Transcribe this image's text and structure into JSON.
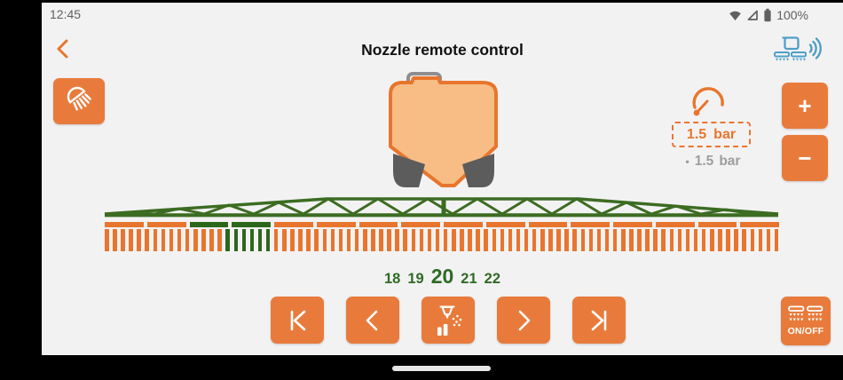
{
  "colors": {
    "orange": "#e87b3c",
    "orange_deep": "#e8752d",
    "tank_fill": "#f7bd85",
    "dark_gray": "#5d5c5c",
    "truss_green": "#3c6c22",
    "active_green": "#2d671c",
    "number_green": "#2f6b25",
    "blue": "#4f9fc8",
    "status_gray": "#5f5f5f",
    "background": "#f3f2f3"
  },
  "status_bar": {
    "time": "12:45",
    "battery_level": "100%",
    "icons": [
      "wifi-icon",
      "cellular-signal-icon",
      "battery-icon"
    ]
  },
  "header": {
    "title": "Nozzle remote control",
    "back_icon": "chevron-left-icon",
    "connection_icon": "sprayer-wireless-icon"
  },
  "left_panel": {
    "spray_light_icon": "spray-nozzle-icon"
  },
  "pressure": {
    "gauge_icon": "pressure-gauge-icon",
    "target_value": "1.5",
    "target_unit": "bar",
    "actual_bullet": "•",
    "actual_value": "1.5",
    "actual_unit": "bar",
    "increase_label": "+",
    "decrease_label": "−"
  },
  "boom": {
    "sections": {
      "count": 16,
      "active_indices": [
        2,
        3
      ]
    },
    "nozzles": {
      "count": 84,
      "active_indices": [
        15,
        16,
        17,
        18,
        19,
        20
      ]
    },
    "numbers": [
      {
        "value": "18",
        "current": false
      },
      {
        "value": "19",
        "current": false
      },
      {
        "value": "20",
        "current": true
      },
      {
        "value": "21",
        "current": false
      },
      {
        "value": "22",
        "current": false
      }
    ]
  },
  "nav_buttons": {
    "first_icon": "skip-to-first-icon",
    "previous_icon": "chevron-left-icon",
    "nozzle_test_icon": "nozzle-spray-pulse-icon",
    "next_icon": "chevron-right-icon",
    "last_icon": "skip-to-last-icon"
  },
  "master_switch": {
    "label": "ON/OFF",
    "icon": "boom-sections-spray-icon"
  }
}
